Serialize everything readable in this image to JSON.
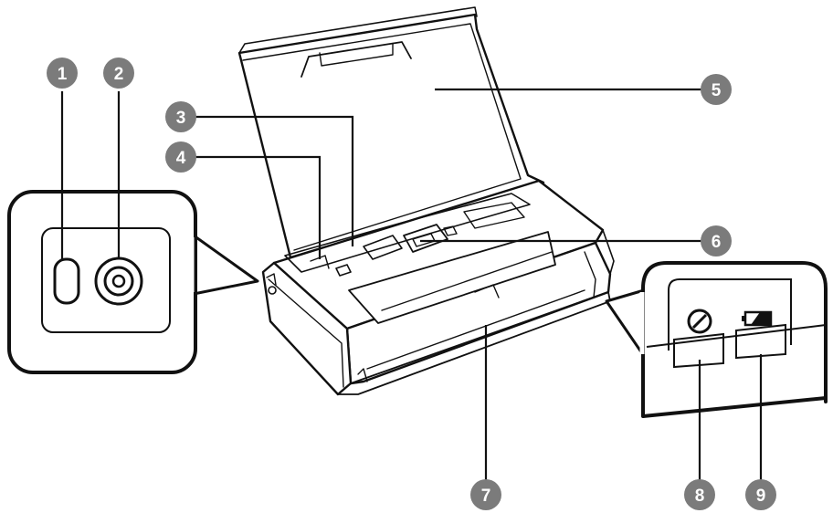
{
  "diagram": {
    "callouts": [
      {
        "number": "1"
      },
      {
        "number": "2"
      },
      {
        "number": "3"
      },
      {
        "number": "4"
      },
      {
        "number": "5"
      },
      {
        "number": "6"
      },
      {
        "number": "7"
      },
      {
        "number": "8"
      },
      {
        "number": "9"
      }
    ],
    "colors": {
      "callout_fill": "#7b7b7b",
      "line": "#111111",
      "background": "#ffffff"
    },
    "icons": {
      "left_inset": [
        "usb-port-icon",
        "dc-in-port-icon"
      ],
      "right_inset": [
        "power-icon",
        "battery-icon"
      ]
    }
  }
}
